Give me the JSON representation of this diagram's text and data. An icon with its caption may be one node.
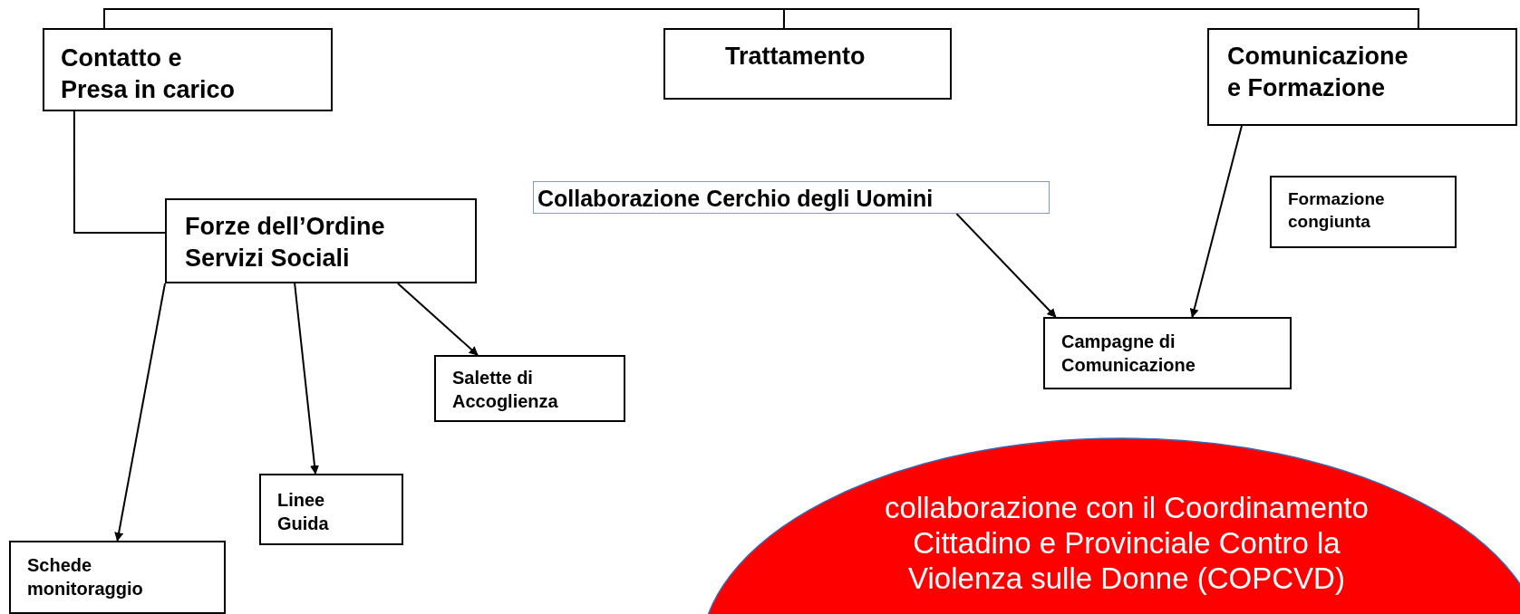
{
  "diagram": {
    "nodes": [
      {
        "text": [
          "Contatto e Presa in carico"
        ]
      },
      {
        "text": [
          "Trattamento"
        ]
      },
      {
        "text": [
          "Comunicazione e Formazione"
        ]
      },
      {
        "text": [
          "Collaborazione Cerchio degli Uomini"
        ]
      },
      {
        "text": [
          "Formazione congiunta"
        ]
      },
      {
        "text": [
          "Forze dell’Ordine Servizi Sociali"
        ]
      },
      {
        "text": [
          "Campagne di Comunicazione"
        ]
      },
      {
        "text": [
          "Salette di Accoglienza"
        ]
      },
      {
        "text": [
          "Linee Guida"
        ]
      },
      {
        "text": [
          "Schede monitoraggio"
        ]
      },
      {
        "text": [
          "collaborazione con il Coordinamento Cittadino e Provinciale Contro la Violenza sulle Donne (COPCVD)"
        ]
      }
    ],
    "edges": [
      {
        "from": 0,
        "to": 1,
        "arrow": "none"
      },
      {
        "from": 1,
        "to": 2,
        "arrow": "none"
      },
      {
        "from": 0,
        "to": 5,
        "arrow": "none"
      },
      {
        "from": 5,
        "to": 9,
        "arrow": "to"
      },
      {
        "from": 5,
        "to": 8,
        "arrow": "to"
      },
      {
        "from": 5,
        "to": 7,
        "arrow": "to"
      },
      {
        "from": 3,
        "to": 6,
        "arrow": "to"
      },
      {
        "from": 2,
        "to": 6,
        "arrow": "to"
      }
    ]
  }
}
